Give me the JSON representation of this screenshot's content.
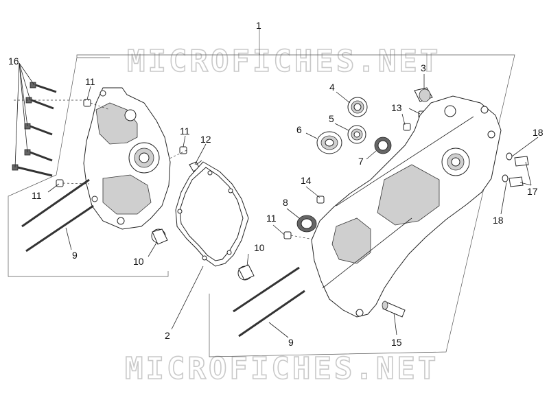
{
  "watermark": {
    "top": "MICROFICHES.NET",
    "bottom": "MICROFICHES.NET"
  },
  "callouts": {
    "c1": "1",
    "c2": "2",
    "c3": "3",
    "c4": "4",
    "c5": "5",
    "c6": "6",
    "c7": "7",
    "c8": "8",
    "c9a": "9",
    "c9b": "9",
    "c10a": "10",
    "c10b": "10",
    "c11a": "11",
    "c11b": "11",
    "c11c": "11",
    "c11d": "11",
    "c12": "12",
    "c13": "13",
    "c14": "14",
    "c15": "15",
    "c16": "16",
    "c17": "17",
    "c18a": "18",
    "c18b": "18"
  }
}
